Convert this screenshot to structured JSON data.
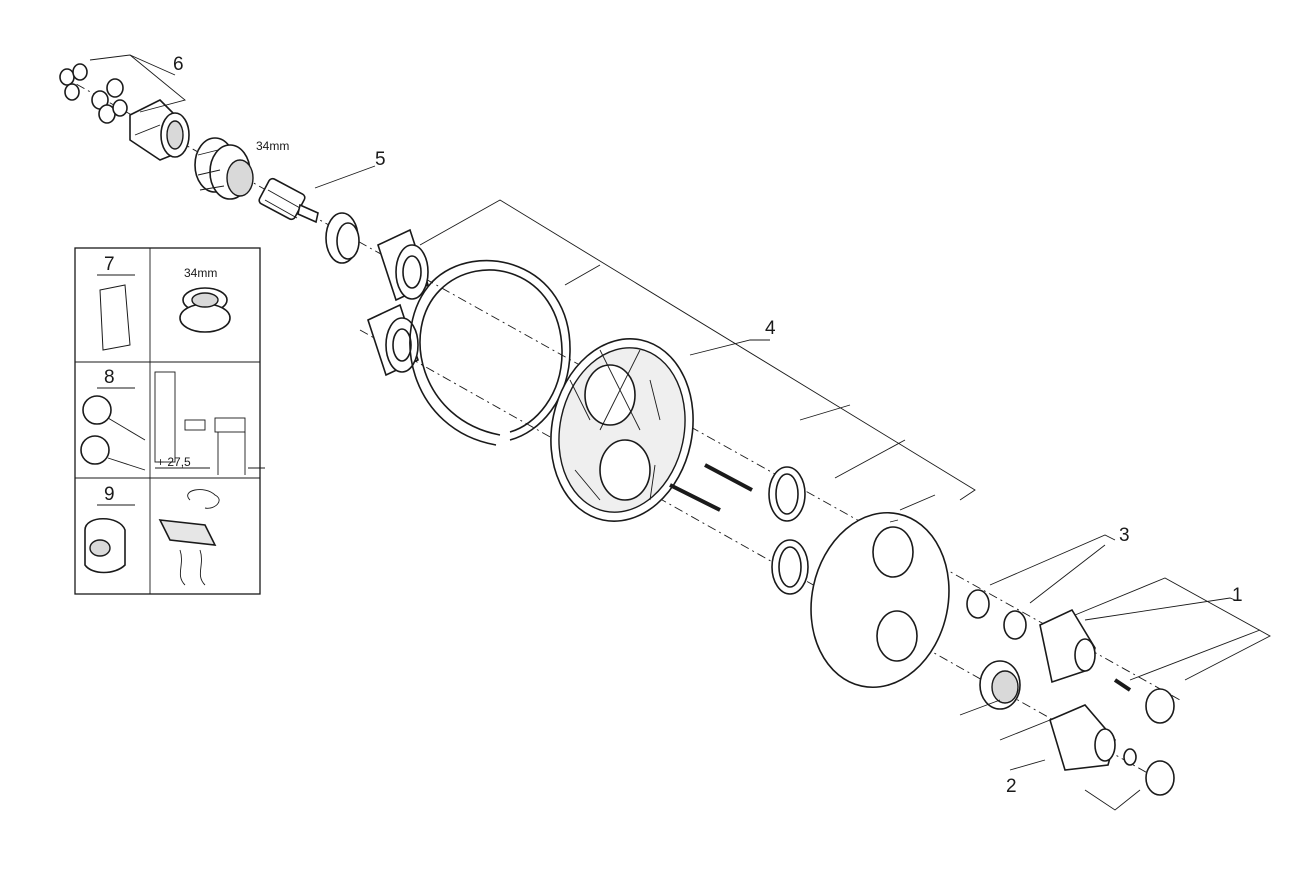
{
  "callouts": {
    "c1": "1",
    "c2": "2",
    "c3": "3",
    "c4": "4",
    "c5": "5",
    "c6": "6"
  },
  "dimensions": {
    "nut_size_main": "34mm"
  },
  "inset": {
    "c7": "7",
    "c8": "8",
    "c9": "9",
    "nut_size": "34mm",
    "extension": "+ 27,5"
  }
}
